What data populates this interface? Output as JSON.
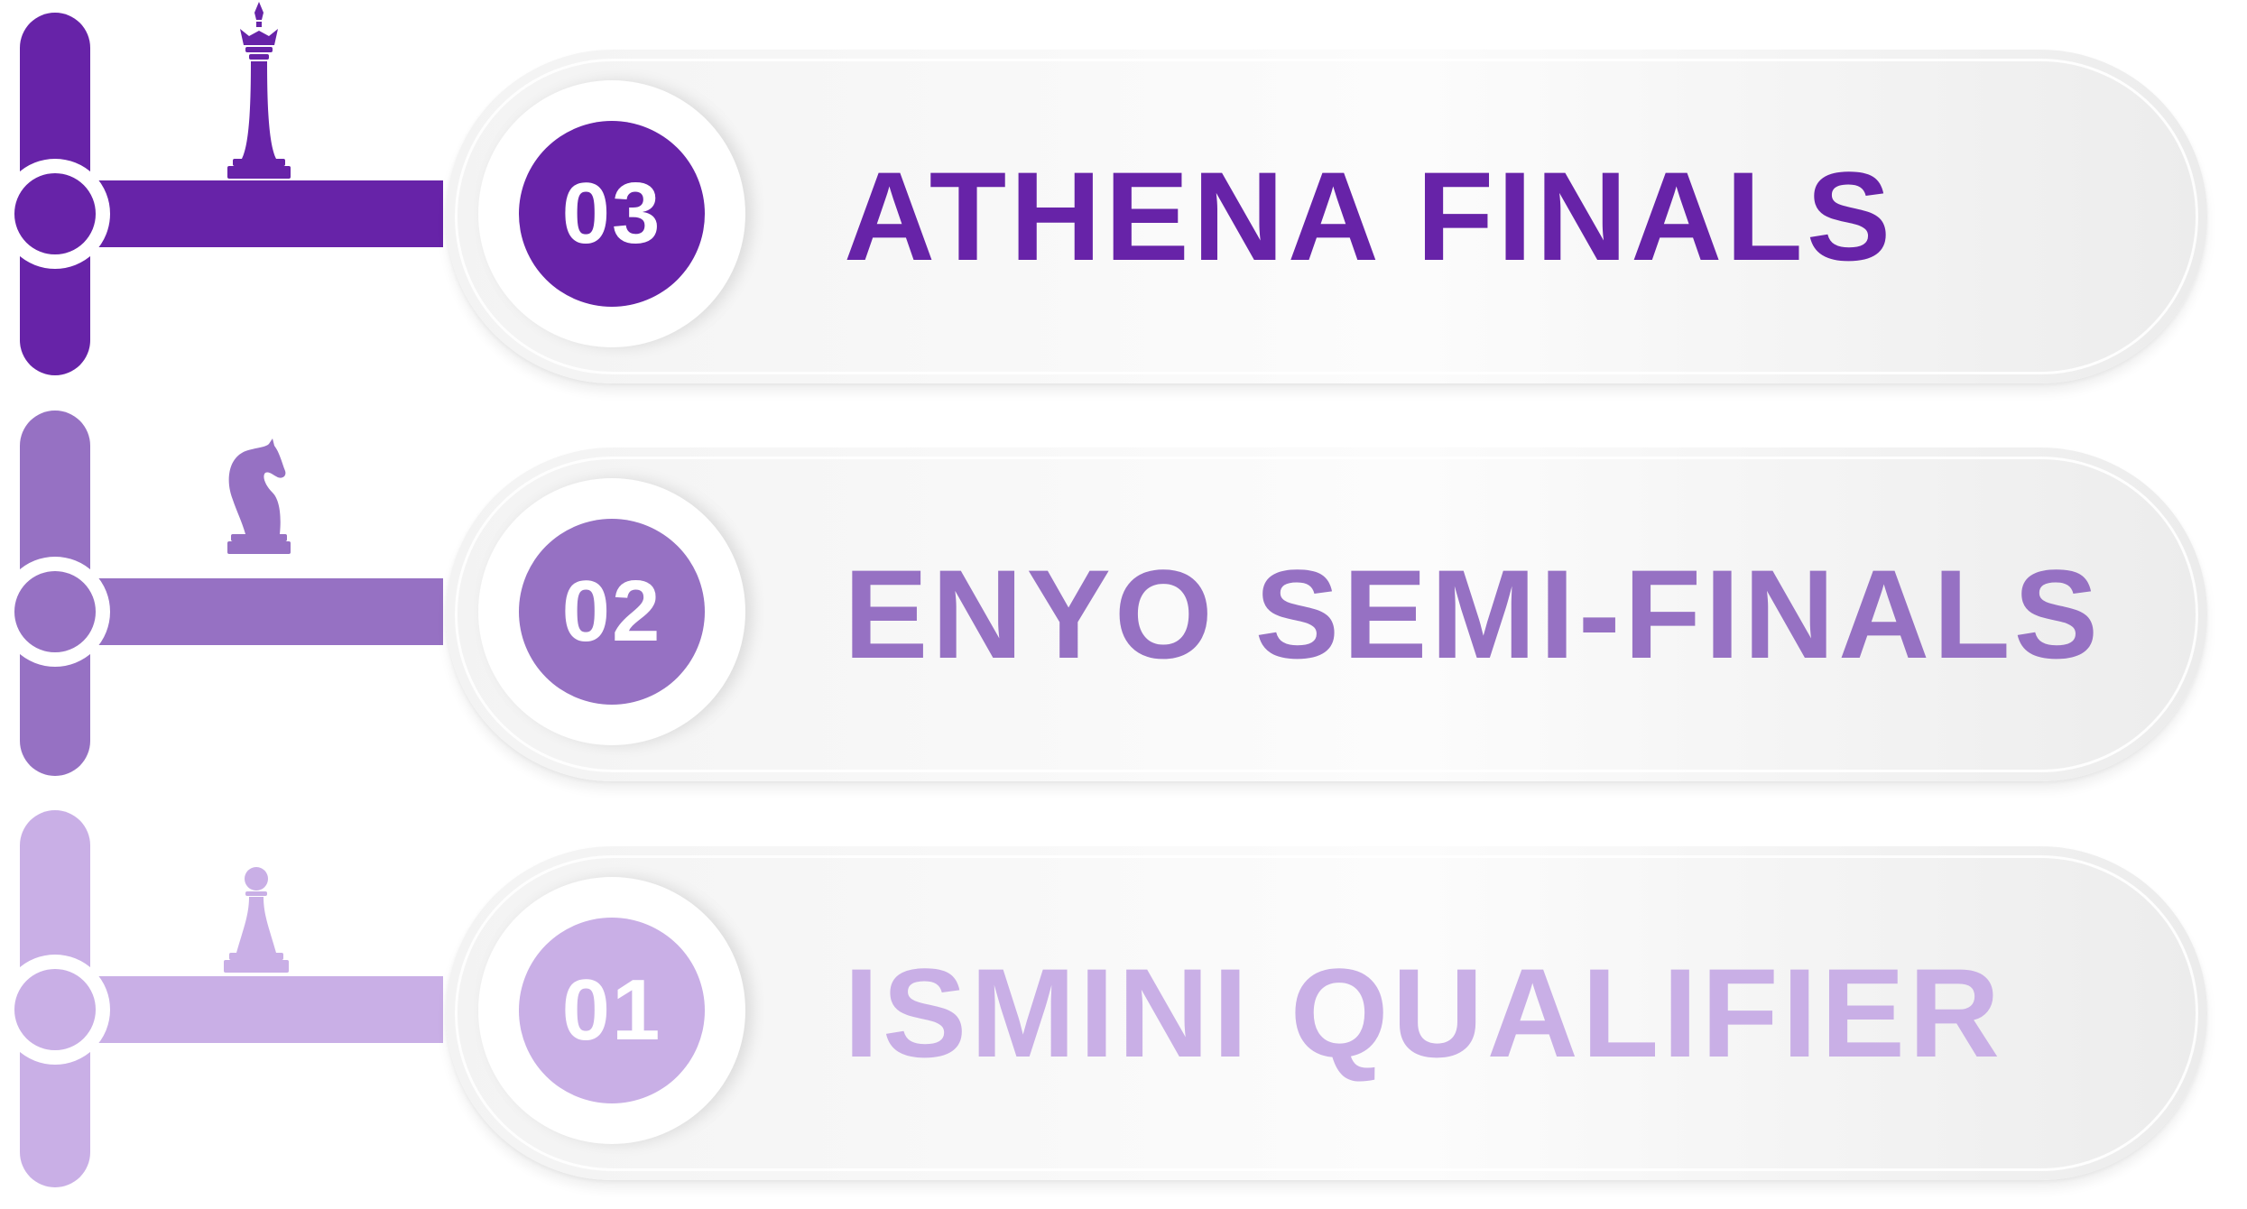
{
  "colors": {
    "stage_3": "#6723a8",
    "stage_2": "#9671c3",
    "stage_1": "#c9afe6",
    "card": "#f6f6f6",
    "ring": "#ffffff"
  },
  "stages": [
    {
      "number": "03",
      "title": "ATHENA FINALS",
      "icon": "chess-king-icon"
    },
    {
      "number": "02",
      "title": "ENYO SEMI-FINALS",
      "icon": "chess-knight-icon"
    },
    {
      "number": "01",
      "title": "ISMINI QUALIFIER",
      "icon": "chess-pawn-icon"
    }
  ]
}
